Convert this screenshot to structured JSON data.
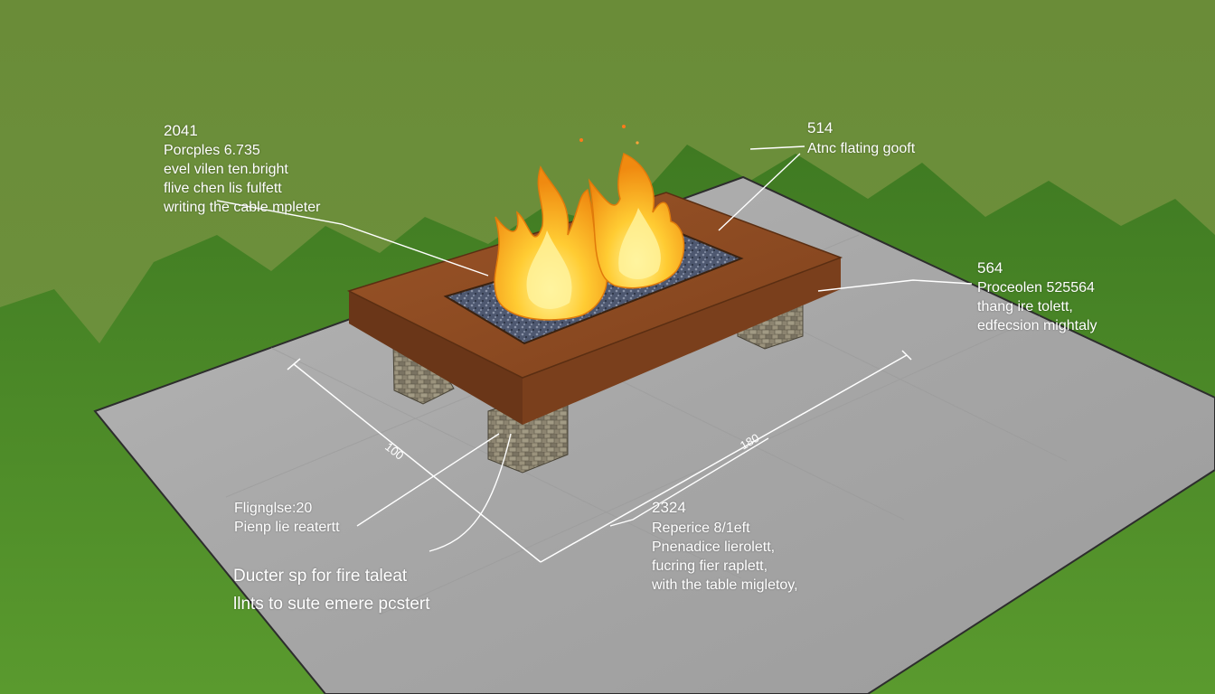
{
  "colors": {
    "sky": "#6b8e3a",
    "grass": "#4f8a2a",
    "pad": "#a9a9a9",
    "table_wood": "#8a4a23",
    "table_side": "#6e3a1b",
    "stone": "#8a8270",
    "gravel": "#5a6478",
    "flame_outer": "#f39c12",
    "flame_inner": "#ffd84a",
    "annotation": "#ffffff"
  },
  "annotations": {
    "top_left": {
      "number": "2041",
      "lines": [
        "Porcples 6.735",
        "evel vilen ten.bright",
        "flive chen lis fulfett",
        "writing the cable mpleter"
      ]
    },
    "top_center": {
      "number": "514",
      "lines": [
        "Atnc flating gooft"
      ]
    },
    "right": {
      "number": "564",
      "lines": [
        "Proceolen 525564",
        "thang ire tolett,",
        "edfecsion mightaly"
      ]
    },
    "bottom_left": {
      "lines": [
        "Flignglse:20",
        "Pienp lie reatertt"
      ]
    },
    "bottom_left_large": {
      "lines": [
        "Ducter sp for fire taleat",
        "llnts to sute emere pcstert"
      ]
    },
    "bottom_center": {
      "number": "2324",
      "lines": [
        "Reperice 8/1eft",
        "Pnenadice lierolett,",
        "fucring fier raplett,",
        "with the table migletoy,"
      ]
    },
    "dimensions": {
      "left": "100",
      "right": "180"
    }
  }
}
